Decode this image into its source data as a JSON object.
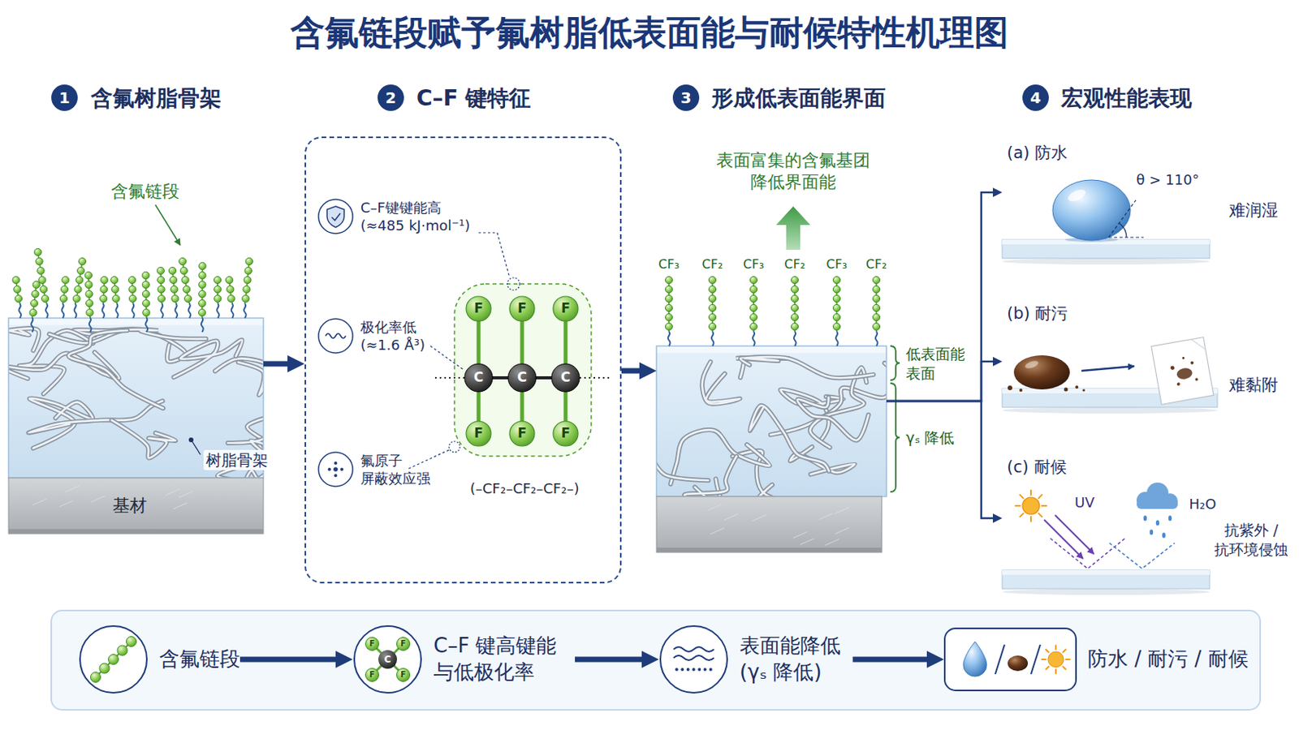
{
  "diagram": {
    "title": "含氟链段赋予氟树脂低表面能与耐候特性机理图",
    "nodes": [
      {
        "text": [
          "树脂骨架"
        ]
      },
      {
        "text": [
          "基材"
        ]
      },
      {
        "text": [
          "C–F键键能高 (≈485 kJ·mol⁻¹)",
          "极化率低 (≈1.6 Å³)",
          "氟原子 屏蔽效应强",
          "(–CF₂–CF₂–CF₂–)"
        ]
      },
      {
        "text": [
          "低表面能 表面",
          "γₛ 降低"
        ]
      },
      {
        "text": [
          "(a) 防水",
          "难润湿"
        ]
      },
      {
        "text": [
          "(b) 耐污",
          "难黏附"
        ]
      },
      {
        "text": [
          "(c) 耐候",
          "抗紫外 / 抗环境侵蚀"
        ]
      },
      {
        "text": [
          "含氟链段"
        ]
      },
      {
        "text": [
          "C–F 键高键能 与低极化率"
        ]
      },
      {
        "text": [
          "表面能降低 (γₛ 降低)"
        ]
      },
      {
        "text": [
          "防水 / 耐污 / 耐候"
        ]
      }
    ],
    "edges": [
      {
        "from": 0,
        "to": 2,
        "arrow": "to"
      },
      {
        "from": 2,
        "to": 3,
        "arrow": "to"
      },
      {
        "from": 3,
        "to": 4,
        "arrow": "to"
      },
      {
        "from": 3,
        "to": 5,
        "arrow": "to"
      },
      {
        "from": 3,
        "to": 6,
        "arrow": "to"
      },
      {
        "from": 7,
        "to": 8,
        "arrow": "to"
      },
      {
        "from": 8,
        "to": 9,
        "arrow": "to"
      },
      {
        "from": 9,
        "to": 10,
        "arrow": "to"
      }
    ],
    "labels": [
      "1",
      "含氟树脂骨架",
      "2",
      "C–F 键特征",
      "3",
      "形成低表面能界面",
      "4",
      "宏观性能表现",
      "含氟链段",
      "F",
      "F",
      "F",
      "F",
      "F",
      "F",
      "C",
      "C",
      "C",
      "表面富集的含氟基团 降低界面能",
      "CF₃",
      "CF₂",
      "CF₃",
      "CF₂",
      "CF₃",
      "CF₂",
      "θ > 110°",
      "UV",
      "H₂O",
      "F",
      "F",
      "F",
      "F",
      "C"
    ]
  }
}
